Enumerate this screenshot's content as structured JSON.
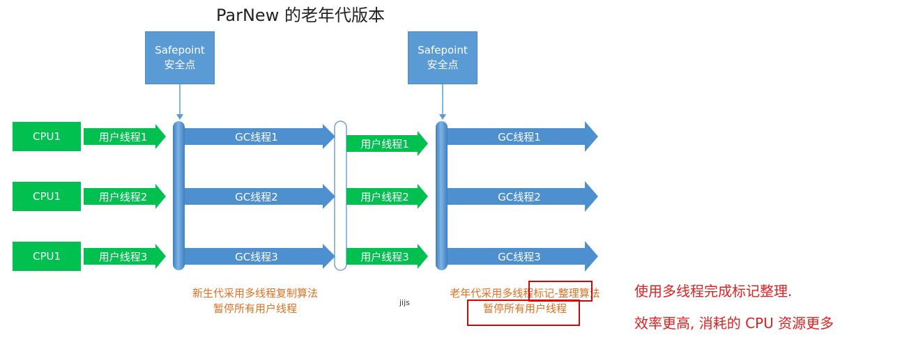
{
  "title": "ParNew 的老年代版本",
  "safepoint": {
    "line1": "Safepoint",
    "line2": "安全点"
  },
  "cpu_label": "CPU1",
  "user_threads": [
    "用户线程1",
    "用户线程2",
    "用户线程3"
  ],
  "gc_threads": [
    "GC线程1",
    "GC线程2",
    "GC线程3"
  ],
  "caption_left": {
    "line1": "新生代采用多线程复制算法",
    "line2": "暂停所有用户线程"
  },
  "caption_right": {
    "line1": "老年代采用多线程标记-整理算法",
    "line2": "暂停所有用户线程"
  },
  "center_mark": "jijs",
  "note": {
    "line1": "使用多线程完成标记整理.",
    "line2": "效率更高, 消耗的 CPU 资源更多"
  },
  "colors": {
    "green": "#00c050",
    "blue": "#4e8fcf",
    "orange": "#e07020",
    "red": "#e00000"
  }
}
